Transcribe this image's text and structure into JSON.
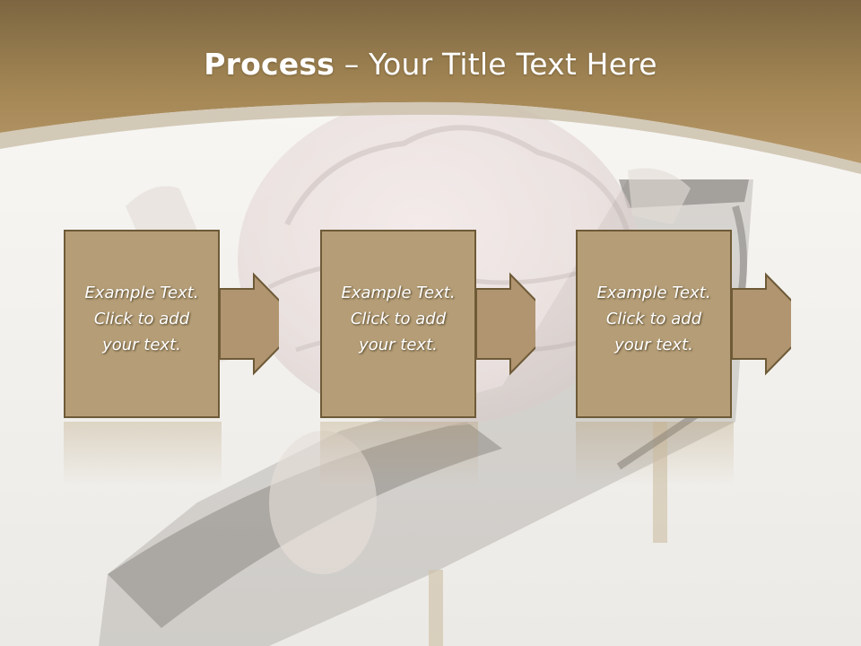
{
  "slide": {
    "title_bold": "Process",
    "title_rest": " – Your Title Text Here"
  },
  "steps": [
    {
      "lines": [
        "Example Text.",
        "Click  to add",
        "your text."
      ]
    },
    {
      "lines": [
        "Example Text.",
        "Click  to add",
        "your text."
      ]
    },
    {
      "lines": [
        "Example Text.",
        "Click  to add",
        "your text."
      ]
    }
  ],
  "colors": {
    "banner": "#a38654",
    "box_fill": "#b59e77",
    "box_stroke": "#6e5a37",
    "arrow_fill": "#b09570"
  }
}
